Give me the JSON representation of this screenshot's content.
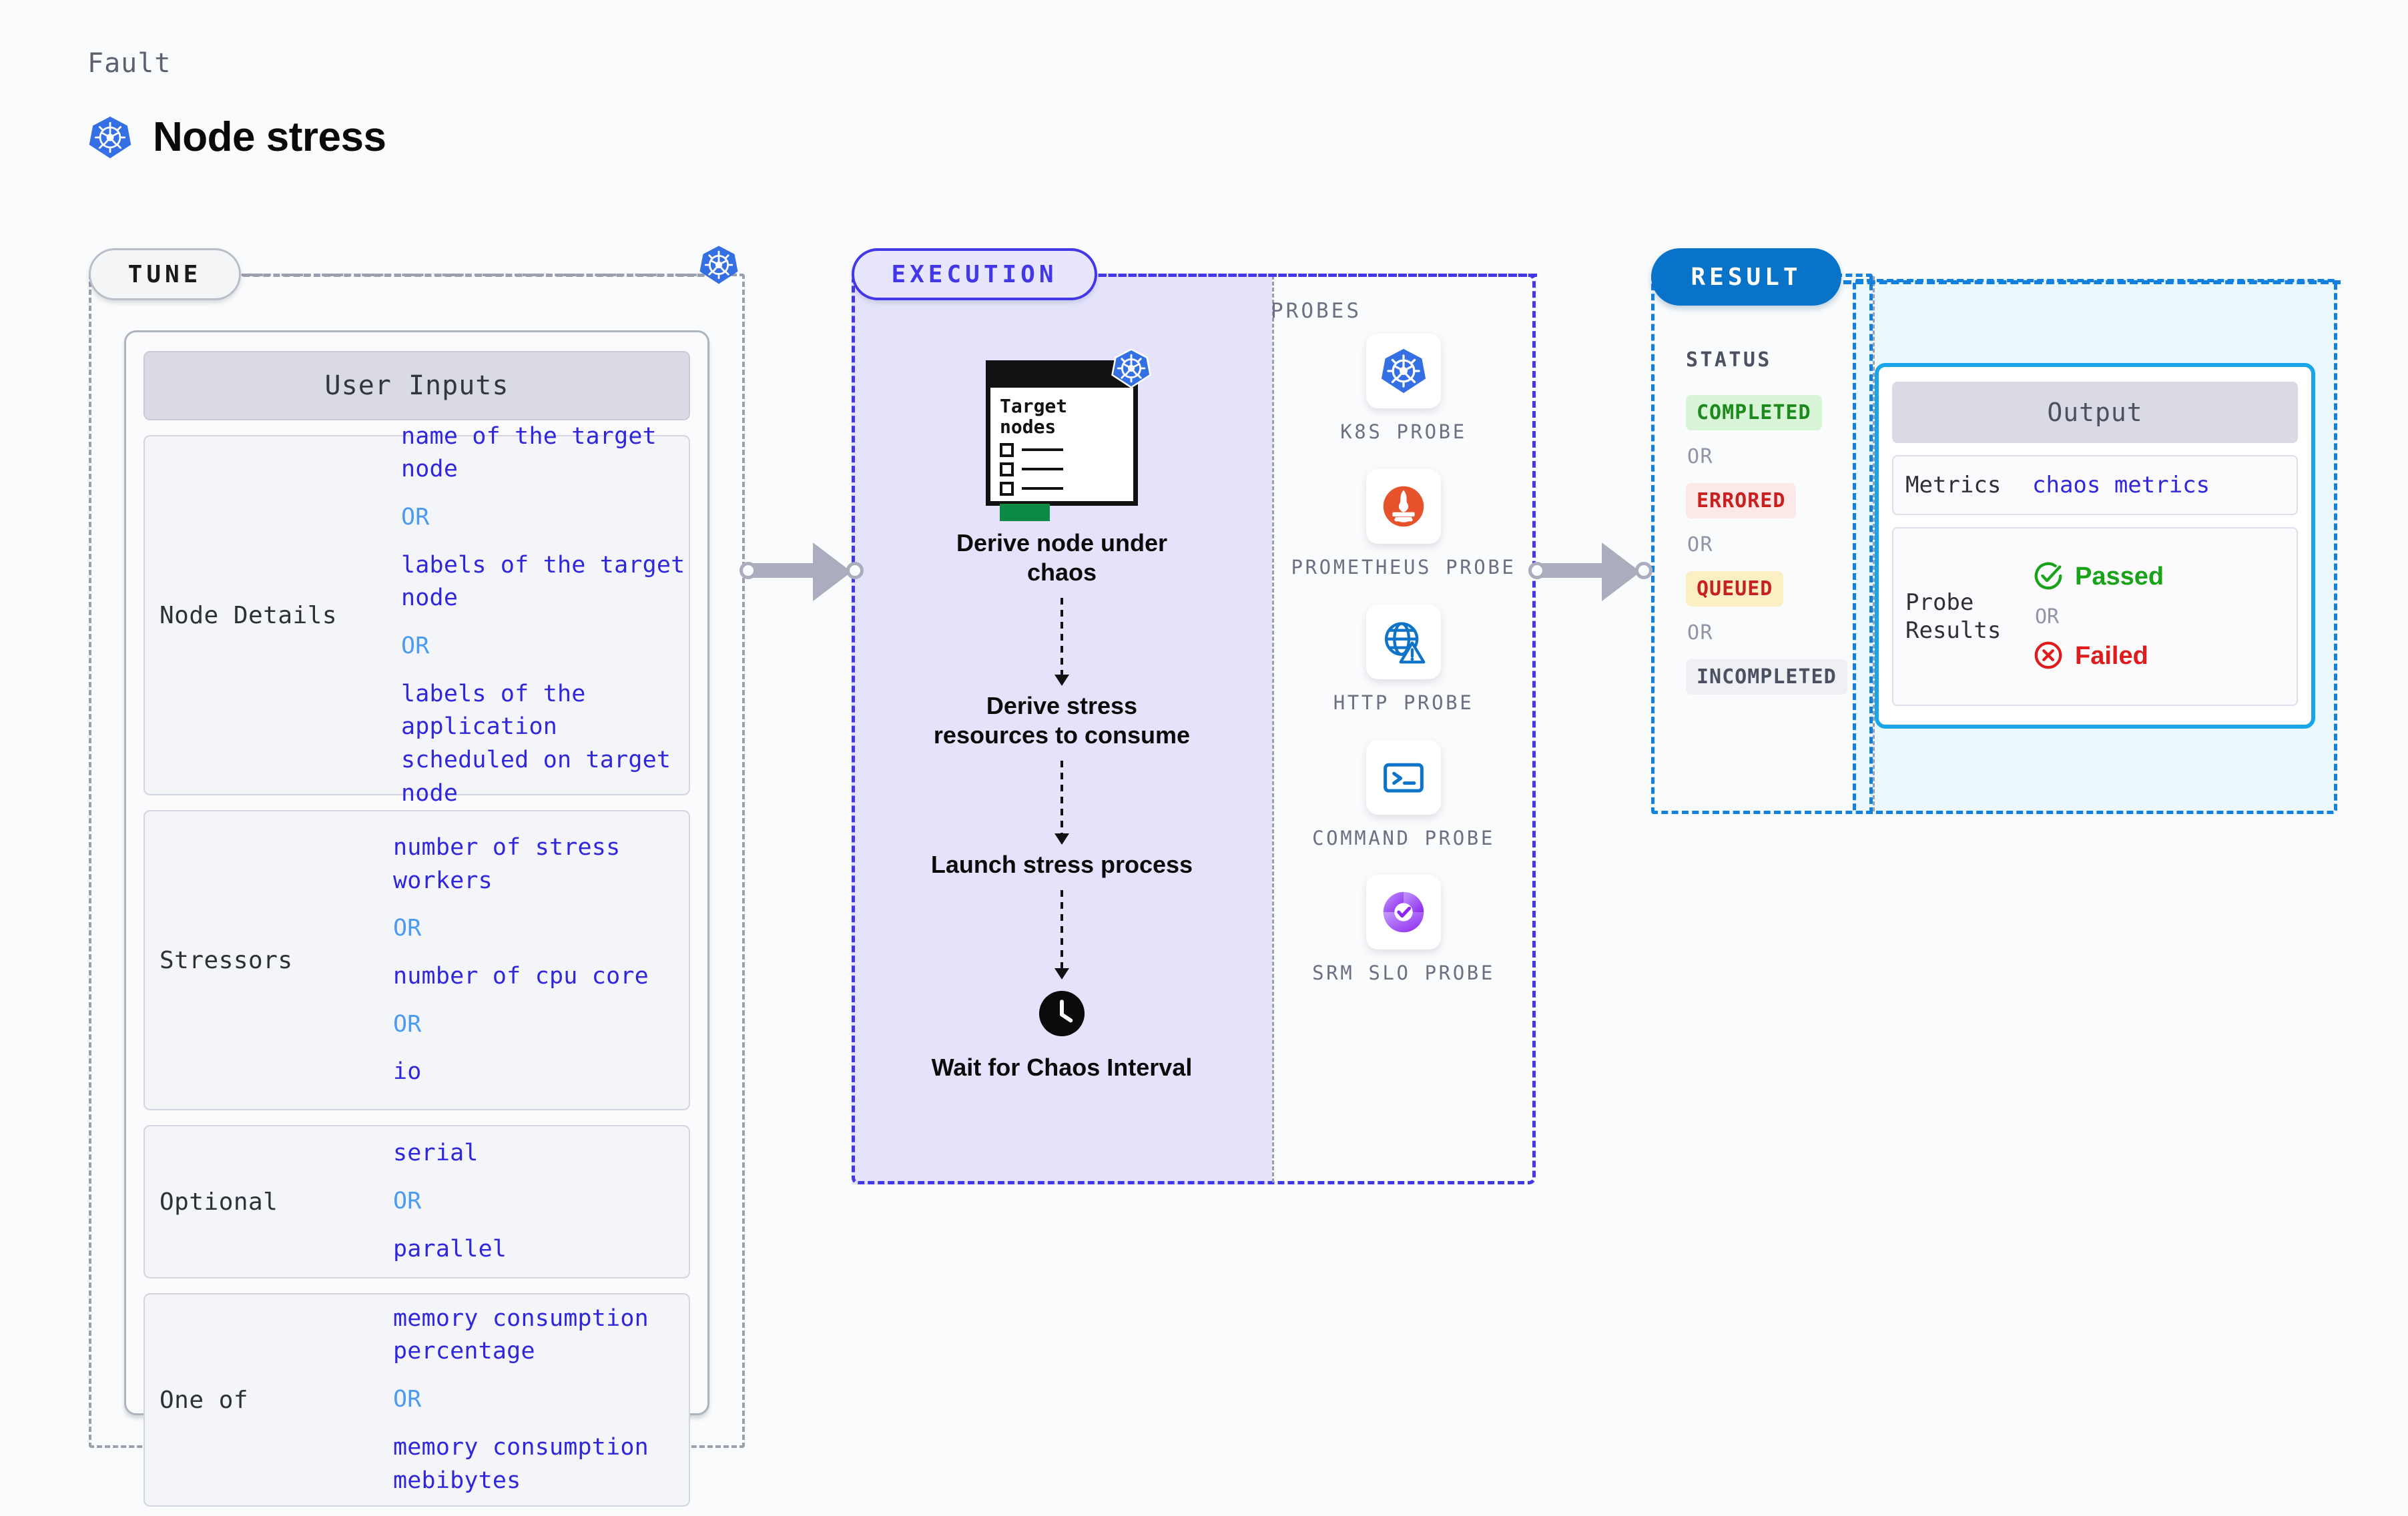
{
  "header": {
    "eyebrow": "Fault",
    "title": "Node stress",
    "icon": "kubernetes-icon"
  },
  "tune": {
    "badge": "TUNE",
    "icon": "kubernetes-icon",
    "card_header": "User Inputs",
    "groups": [
      {
        "label": "Node Details",
        "items": [
          {
            "type": "value",
            "text": "name of the target node"
          },
          {
            "type": "or",
            "text": "OR"
          },
          {
            "type": "value",
            "text": "labels of the target node"
          },
          {
            "type": "or",
            "text": "OR"
          },
          {
            "type": "value",
            "text": "labels of the application scheduled on target node"
          }
        ]
      },
      {
        "label": "Stressors",
        "items": [
          {
            "type": "value",
            "text": "number of stress workers"
          },
          {
            "type": "or",
            "text": "OR"
          },
          {
            "type": "value",
            "text": "number of cpu core"
          },
          {
            "type": "or",
            "text": "OR"
          },
          {
            "type": "value",
            "text": "io"
          }
        ]
      },
      {
        "label": "Optional",
        "items": [
          {
            "type": "value",
            "text": "serial"
          },
          {
            "type": "or",
            "text": "OR"
          },
          {
            "type": "value",
            "text": "parallel"
          }
        ]
      },
      {
        "label": "One of",
        "items": [
          {
            "type": "value",
            "text": "memory consumption percentage"
          },
          {
            "type": "or",
            "text": "OR"
          },
          {
            "type": "value",
            "text": "memory consumption mebibytes"
          }
        ]
      }
    ]
  },
  "execution": {
    "badge": "EXECUTION",
    "target_card": {
      "heading": "Target nodes",
      "icon": "kubernetes-icon",
      "checkbox_rows": 3
    },
    "steps": [
      {
        "label": "Derive node under chaos",
        "icon": "target-nodes-window-icon"
      },
      {
        "label": "Derive stress resources to consume",
        "icon": ""
      },
      {
        "label": "Launch stress process",
        "icon": ""
      },
      {
        "label": "Wait for Chaos Interval",
        "icon": "clock-icon"
      }
    ]
  },
  "probes": {
    "title": "PROBES",
    "items": [
      {
        "name": "K8S PROBE",
        "icon": "kubernetes-icon"
      },
      {
        "name": "PROMETHEUS PROBE",
        "icon": "prometheus-icon"
      },
      {
        "name": "HTTP PROBE",
        "icon": "globe-warning-icon"
      },
      {
        "name": "COMMAND PROBE",
        "icon": "terminal-icon"
      },
      {
        "name": "SRM SLO PROBE",
        "icon": "srm-slo-icon"
      }
    ]
  },
  "result": {
    "badge": "RESULT",
    "status_title": "STATUS",
    "statuses": [
      {
        "label": "COMPLETED",
        "bg": "#d8f5d8",
        "fg": "#1d8a1d"
      },
      {
        "label": "ERRORED",
        "bg": "#fde8e8",
        "fg": "#c81f1f"
      },
      {
        "label": "QUEUED",
        "bg": "#fcefc4",
        "fg": "#c81f1f"
      },
      {
        "label": "INCOMPLETED",
        "bg": "#eef0f4",
        "fg": "#4a5160"
      }
    ],
    "or_label": "OR",
    "output": {
      "header": "Output",
      "metrics_label": "Metrics",
      "metrics_value": "chaos metrics",
      "probe_label": "Probe Results",
      "passed": "Passed",
      "failed": "Failed",
      "or_label": "OR",
      "passed_color": "#18a318",
      "failed_color": "#e01b1b"
    }
  },
  "connectors": {
    "arrow1": "tune-to-execution-arrow",
    "arrow2": "execution-to-result-arrow"
  },
  "colors": {
    "background": "#fafbfc",
    "tune_accent": "#9aa0ae",
    "execution_accent": "#4338e8",
    "result_accent": "#1380de",
    "value_text": "#3027dd",
    "or_text": "#4b9bf0"
  }
}
